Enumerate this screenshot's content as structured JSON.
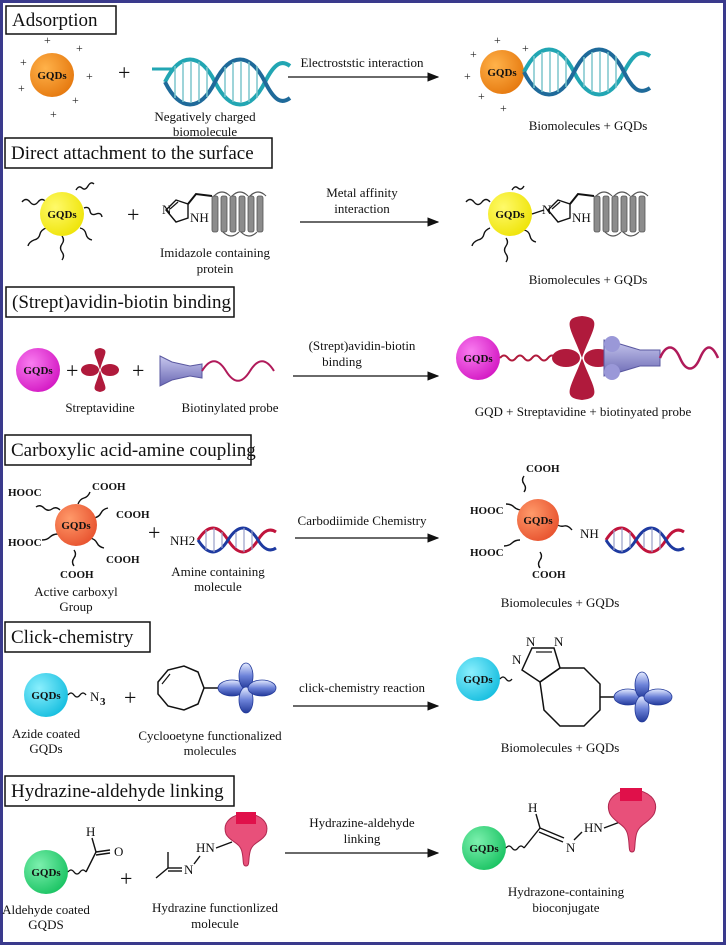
{
  "sections": [
    {
      "title": "Adsorption",
      "qd_label": "GQDs",
      "reactant_label": [
        "Negatively charged",
        "biomolecule"
      ],
      "arrow_label": [
        "Electroststic interaction"
      ],
      "product_label": "Biomolecules + GQDs"
    },
    {
      "title": "Direct attachment to the surface",
      "qd_label": "GQDs",
      "reactant_label": [
        "Imidazole containing",
        "protein"
      ],
      "arrow_label": [
        "Metal affinity",
        "interaction"
      ],
      "product_label": "Biomolecules + GQDs",
      "chem_text": "NH"
    },
    {
      "title": "(Strept)avidin-biotin binding",
      "qd_label": "GQDs",
      "reactant_label_1": "Streptavidine",
      "reactant_label_2": "Biotinylated probe",
      "arrow_label": [
        "(Strept)avidin-biotin",
        "binding"
      ],
      "product_label": "GQD + Streptavidine + biotinyated probe"
    },
    {
      "title": "Carboxylic acid-amine coupling",
      "qd_label": "GQDs",
      "groups": [
        "HOOC",
        "COOH",
        "COOH",
        "HOOC",
        "COOH",
        "COOH"
      ],
      "qd_caption": [
        "Active carboxyl",
        "Group"
      ],
      "amine": "NH2",
      "reactant_label": [
        "Amine containing",
        "molecule"
      ],
      "arrow_label": [
        "Carbodiimide Chemistry"
      ],
      "product_groups": [
        "COOH",
        "HOOC",
        "HOOC",
        "COOH"
      ],
      "product_nh": "NH",
      "product_label": "Biomolecules + GQDs"
    },
    {
      "title": "Click-chemistry",
      "qd_label": "GQDs",
      "azide": "N",
      "azide_sub": "3",
      "qd_caption": [
        "Azide coated",
        "GQDs"
      ],
      "reactant_label": [
        "Cyclooetyne functionalized",
        "molecules"
      ],
      "arrow_label": [
        "click-chemistry reaction"
      ],
      "triazole_n": [
        "N",
        "N",
        "N"
      ],
      "product_label": "Biomolecules + GQDs"
    },
    {
      "title": "Hydrazine-aldehyde linking",
      "qd_label": "GQDs",
      "aldehyde_h": "H",
      "aldehyde_o": "O",
      "qd_caption": [
        "Aldehyde coated",
        "GQDS"
      ],
      "hydrazine_hn": "HN",
      "hydrazine_n": "N",
      "reactant_label": [
        "Hydrazine functionlized",
        "molecule"
      ],
      "arrow_label": [
        "Hydrazine-aldehyde",
        "linking"
      ],
      "product_h": "H",
      "product_hn": "HN",
      "product_n": "N",
      "product_label": [
        "Hydrazone-containing",
        "bioconjugate"
      ]
    }
  ],
  "symbols": {
    "plus": "+",
    "minus": "—",
    "charge": "+"
  },
  "colors": {
    "frame": "#3a3a8c",
    "orange_qd": "#f28c1c",
    "yellow_qd": "#f5ee1a",
    "magenta_qd": "#e82bd6",
    "coral_qd": "#f06a48",
    "cyan_qd": "#27d2ee",
    "green_qd": "#2ed67a",
    "dna": "#22a6b3",
    "protein": "#8c8c8c",
    "streptavidin": "#b01a3c",
    "biotin_probe": "#8a88c8",
    "hydrazine_mol": "#e8507a"
  }
}
